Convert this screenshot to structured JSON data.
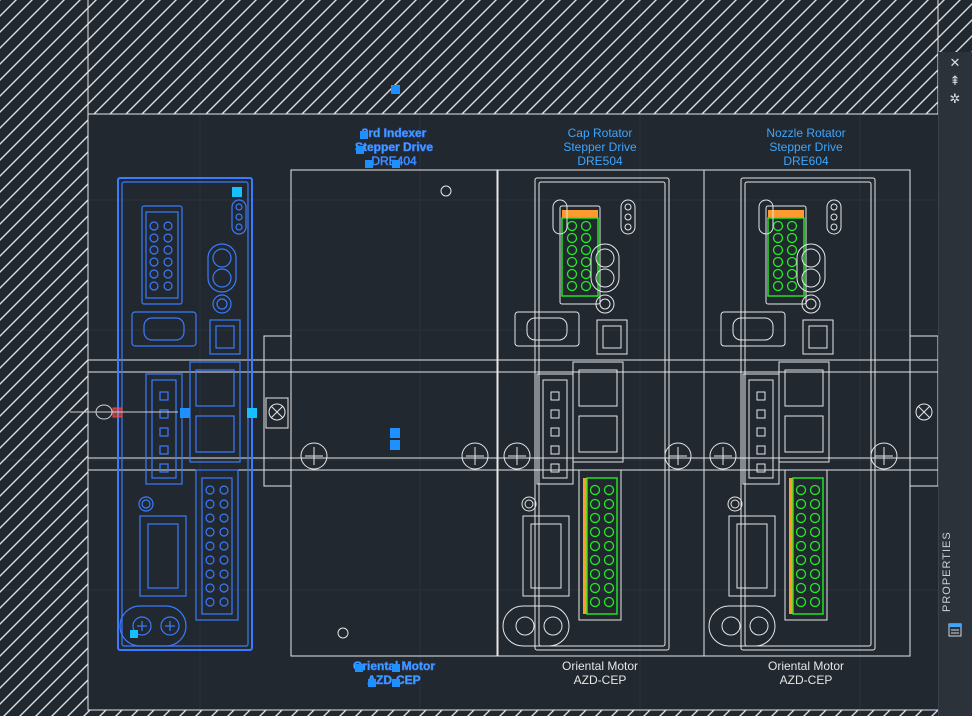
{
  "drawing": {
    "drives": [
      {
        "id": "drive1",
        "line1": "3rd Indexer",
        "line2": "Stepper Drive",
        "model": "DRE404",
        "maker": "Oriental Motor",
        "maker_model": "AZD-CEP"
      },
      {
        "id": "drive2",
        "line1": "Cap Rotator",
        "line2": "Stepper Drive",
        "model": "DRE504",
        "maker": "Oriental Motor",
        "maker_model": "AZD-CEP"
      },
      {
        "id": "drive3",
        "line1": "Nozzle Rotator",
        "line2": "Stepper Drive",
        "model": "DRE604",
        "maker": "Oriental Motor",
        "maker_model": "AZD-CEP"
      }
    ]
  },
  "palette": {
    "close_icon": "close-icon",
    "autohide_icon": "autohide-icon",
    "settings_icon": "settings-icon",
    "title": "PROPERTIES",
    "properties_icon": "properties-icon"
  },
  "colors": {
    "background": "#212830",
    "linework": "#e6e6e6",
    "selection": "#3a7bff",
    "text_blue": "#3da6ff",
    "grip": "#1e90ff",
    "terminal_green": "#22ee22",
    "terminal_orange": "#ff9a2e",
    "hatch": "#e0e0e0"
  }
}
